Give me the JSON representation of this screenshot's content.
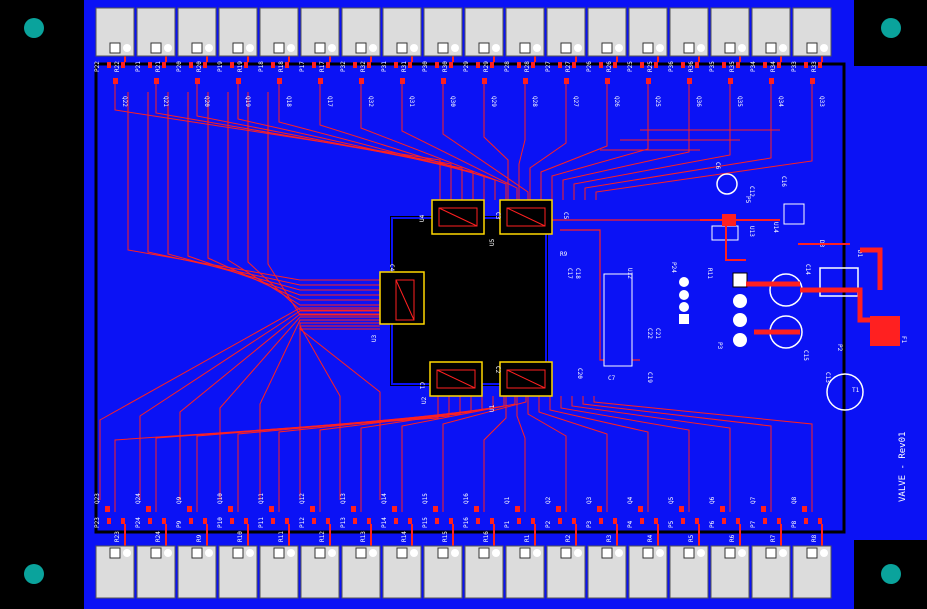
{
  "board": {
    "title": "VALVE - Rev01",
    "colors": {
      "background": "#000000",
      "copper_pour": "#0b12f5",
      "trace": "#ff2020",
      "silkscreen": "#ffffff",
      "connector_body": "#dcdcdc",
      "mount_hole": "#0aa39c",
      "outline": "#ffd700"
    }
  },
  "connectors": {
    "top_designators": [
      "P22",
      "P21",
      "P20",
      "P19",
      "P18",
      "P17",
      "P32",
      "P31",
      "P30",
      "P29",
      "P28",
      "P27",
      "P26",
      "P25",
      "P36",
      "P35",
      "P34",
      "P33"
    ],
    "top_fets": [
      "Q22",
      "Q21",
      "Q20",
      "Q19",
      "Q18",
      "Q17",
      "Q32",
      "Q31",
      "Q30",
      "Q29",
      "Q28",
      "Q27",
      "Q26",
      "Q25",
      "Q36",
      "Q35",
      "Q34",
      "Q33"
    ],
    "top_resistors": [
      "R22",
      "R21",
      "R20",
      "R19",
      "R18",
      "R17",
      "R32",
      "R31",
      "R30",
      "R29",
      "R28",
      "R27",
      "R26",
      "R25",
      "R36",
      "R35",
      "R34",
      "R33"
    ],
    "bottom_designators": [
      "P23",
      "P24",
      "P9",
      "P10",
      "P11",
      "P12",
      "P13",
      "P14",
      "P15",
      "P16",
      "P1",
      "P2",
      "P3",
      "P4",
      "P5",
      "P6",
      "P7",
      "P8"
    ],
    "bottom_fets": [
      "Q23",
      "Q24",
      "Q9",
      "Q10",
      "Q11",
      "Q12",
      "Q13",
      "Q14",
      "Q15",
      "Q16",
      "Q1",
      "Q2",
      "Q3",
      "Q4",
      "Q5",
      "Q6",
      "Q7",
      "Q8"
    ],
    "bottom_resistors": [
      "R23",
      "R24",
      "R9",
      "R10",
      "R11",
      "R12",
      "R13",
      "R14",
      "R15",
      "R16",
      "R1",
      "R2",
      "R3",
      "R4",
      "R5",
      "R6",
      "R7",
      "R8"
    ]
  },
  "components": {
    "ic_labels": [
      "U4",
      "U5",
      "U3",
      "U2",
      "U1",
      "U12",
      "U13",
      "U14"
    ],
    "cap_labels": [
      "C4",
      "C5",
      "C3",
      "C1",
      "C2",
      "C17",
      "C18",
      "C19",
      "C22",
      "C21",
      "C20",
      "C16",
      "C14",
      "C15",
      "C13",
      "C12",
      "C7",
      "C6"
    ],
    "misc_labels": [
      "R9",
      "P24",
      "P5",
      "R11",
      "D1",
      "D3",
      "P2",
      "P3",
      "F1",
      "T1"
    ]
  }
}
